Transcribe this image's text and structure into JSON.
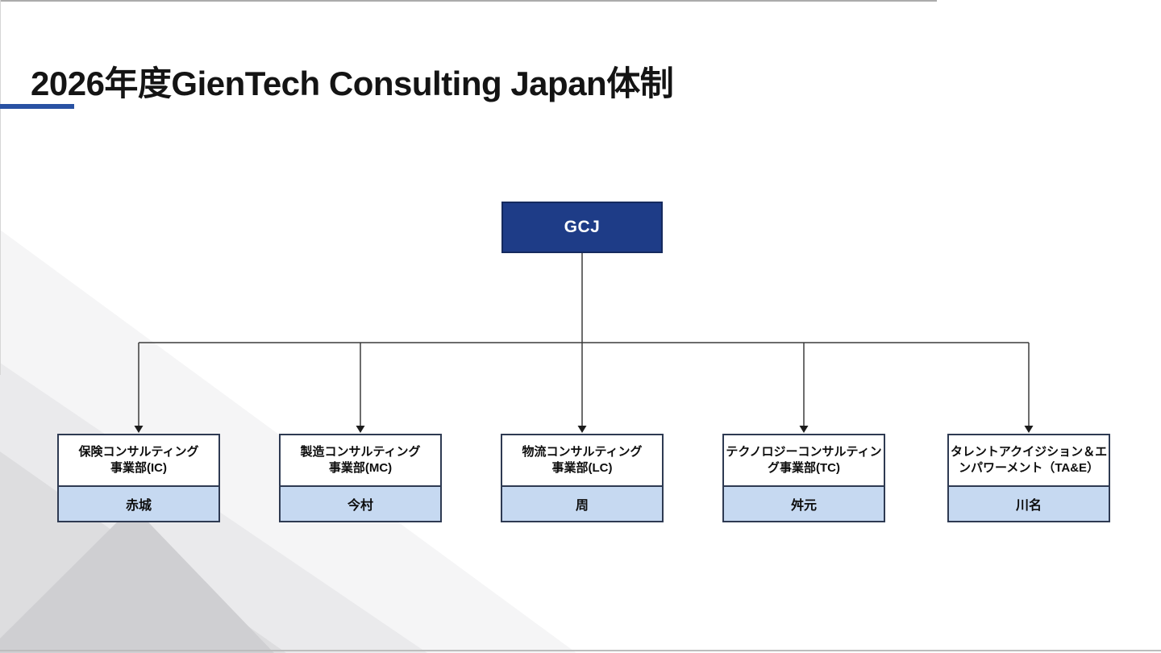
{
  "page": {
    "title": "2026年度GienTech Consulting Japan体制",
    "accent_color": "#2952a3"
  },
  "org": {
    "root": {
      "label": "GCJ",
      "fill_color": "#1e3c87"
    },
    "departments": [
      {
        "line1": "保険コンサルティング",
        "line2": "事業部(IC)",
        "manager": "赤城"
      },
      {
        "line1": "製造コンサルティング",
        "line2": "事業部(MC)",
        "manager": "今村"
      },
      {
        "line1": "物流コンサルティング",
        "line2": "事業部(LC)",
        "manager": "周"
      },
      {
        "line1": "テクノロジーコンサルティン",
        "line2": "グ事業部(TC)",
        "manager": "舛元"
      },
      {
        "line1": "タレントアクイジション＆エ",
        "line2": "ンパワーメント（TA&E）",
        "manager": "川名"
      }
    ],
    "colors": {
      "manager_cell_fill": "#c6d9f1",
      "box_border": "#2e3a52",
      "connector_line": "#3c3c3c"
    }
  }
}
